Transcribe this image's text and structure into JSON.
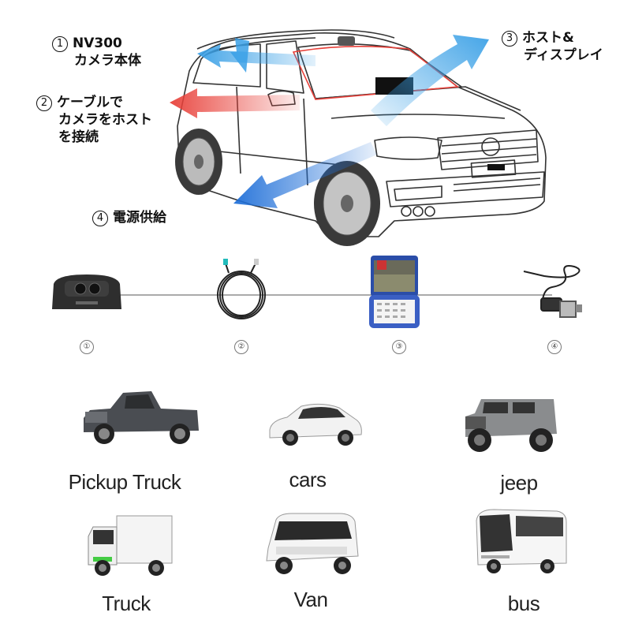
{
  "callouts": [
    {
      "num": "1",
      "line1": "NV300",
      "line2": "カメラ本体"
    },
    {
      "num": "2",
      "line1": "ケーブルで",
      "line2": "カメラをホスト",
      "line3": "を接続"
    },
    {
      "num": "3",
      "line1": "ホスト&",
      "line2": "ディスプレイ"
    },
    {
      "num": "4",
      "line1": "電源供給"
    }
  ],
  "chain": {
    "labels": [
      "①",
      "②",
      "③",
      "④"
    ],
    "items": [
      "camera-unit",
      "cable",
      "host-display",
      "power-cable"
    ]
  },
  "vehicles": [
    {
      "name": "Pickup Truck",
      "icon": "pickup-truck-image"
    },
    {
      "name": "cars",
      "icon": "car-image"
    },
    {
      "name": "jeep",
      "icon": "jeep-image"
    },
    {
      "name": "Truck",
      "icon": "truck-image"
    },
    {
      "name": "Van",
      "icon": "van-image"
    },
    {
      "name": "bus",
      "icon": "bus-image"
    }
  ],
  "colors": {
    "arrow_blue": "#3aa0e6",
    "arrow_red": "#e8413a",
    "arrow_dark_blue": "#1f6fd8",
    "outline": "#333333"
  }
}
